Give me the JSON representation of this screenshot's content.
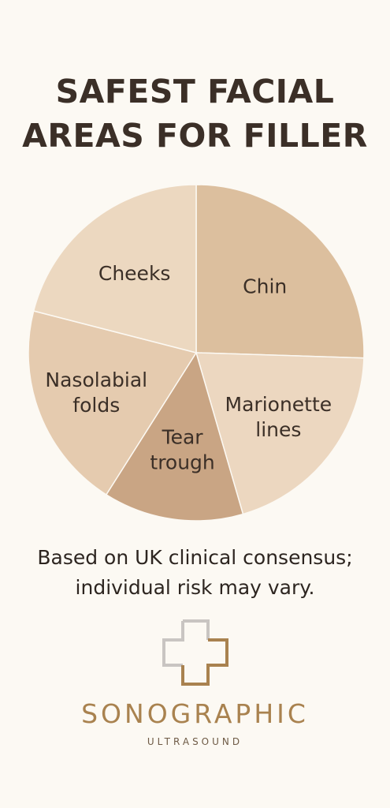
{
  "title": {
    "line1": "SAFEST FACIAL",
    "line2": "AREAS FOR FILLER"
  },
  "chart_data": {
    "type": "pie",
    "slices": [
      {
        "label_lines": [
          "Chin"
        ],
        "value": 25.5,
        "color": "#dcbf9e"
      },
      {
        "label_lines": [
          "Marionette",
          "lines"
        ],
        "value": 20.0,
        "color": "#ecd7c0"
      },
      {
        "label_lines": [
          "Tear",
          "trough"
        ],
        "value": 13.5,
        "color": "#c9a584"
      },
      {
        "label_lines": [
          "Nasolabial",
          "folds"
        ],
        "value": 20.0,
        "color": "#e5cbaf"
      },
      {
        "label_lines": [
          "Cheeks"
        ],
        "value": 21.0,
        "color": "#ecd8c0"
      }
    ]
  },
  "footnote": {
    "line1": "Based on UK clinical consensus;",
    "line2": "individual risk may vary."
  },
  "brand": {
    "name": "SONOGRAPHIC",
    "sub": "ULTRASOUND",
    "logo_icon": "cross-logo-icon",
    "colors": {
      "gold": "#a9824f",
      "gray": "#c9c5c2"
    }
  }
}
